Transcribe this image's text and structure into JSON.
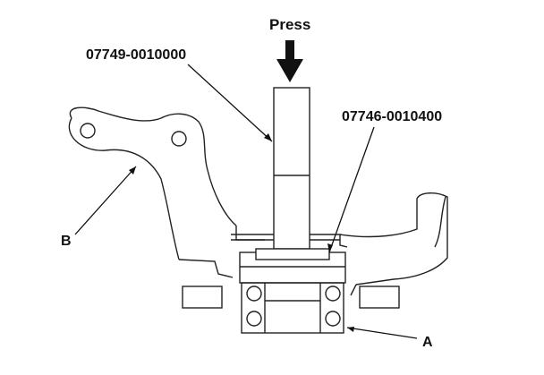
{
  "labels": {
    "press": "Press",
    "driver_tool": "07749-0010000",
    "attachment_tool": "07746-0010400",
    "callout_a": "A",
    "callout_b": "B"
  }
}
